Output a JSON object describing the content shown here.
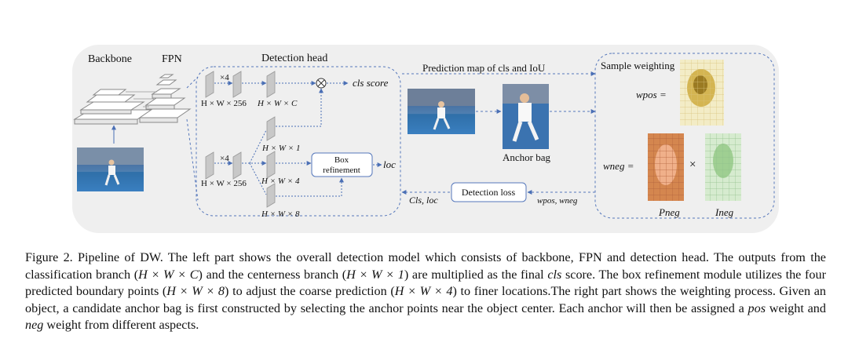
{
  "figure": {
    "labels": {
      "backbone": "Backbone",
      "fpn": "FPN",
      "detection_head": "Detection head",
      "x4_top": "×4",
      "x4_bottom": "×4",
      "hw256_top": "H × W × 256",
      "hwc": "H × W × C",
      "cls_score": "cls score",
      "hw1": "H × W × 1",
      "box_refinement_l1": "Box",
      "box_refinement_l2": "refinement",
      "loc": "loc",
      "hw256_bottom": "H × W × 256",
      "hw4": "H × W × 4",
      "hw8": "H × W × 8",
      "prediction_map": "Prediction map of cls and IoU",
      "anchor_bag": "Anchor bag",
      "cls_loc": "Cls, loc",
      "detection_loss": "Detection loss",
      "wpos_wneg": "wpos, wneg",
      "sample_weighting": "Sample weighting",
      "wpos_eq": "wpos =",
      "wneg_eq": "wneg =",
      "times": "×",
      "pneg": "Pneg",
      "ineg": "Ineg"
    },
    "colors": {
      "panel_bg": "#efefef",
      "arrow": "#4a6fb5",
      "box_stroke": "#5577bb",
      "layer_gray": "#c8c8c8"
    }
  },
  "caption": {
    "prefix": "Figure 2. Pipeline of DW. The left part shows the overall detection model which consists of backbone, FPN and detection head. The outputs from the classification branch (",
    "m1": "H × W × C",
    "t2": ") and the centerness branch (",
    "m2": "H × W × 1",
    "t3": ") are multiplied as the final ",
    "cls": "cls",
    "t4": " score. The box refinement module utilizes the four predicted boundary points (",
    "m3": "H × W × 8",
    "t5": ") to adjust the coarse prediction (",
    "m4": "H × W × 4",
    "t6": ") to finer locations.The right part shows the weighting process. Given an object, a candidate anchor bag is first constructed by selecting the anchor points near the object center. Each anchor will then be assigned a ",
    "pos": "pos",
    "t7": " weight and ",
    "neg": "neg",
    "t8": " weight from different aspects."
  }
}
